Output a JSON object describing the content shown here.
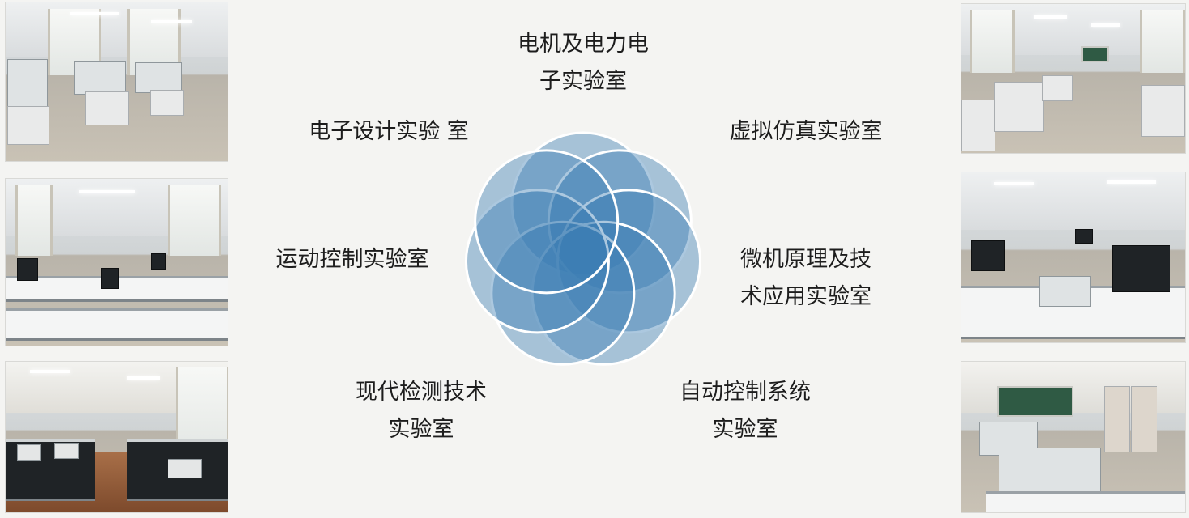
{
  "labels": {
    "motor": [
      "电机及电力电",
      "子实验室"
    ],
    "virtual": [
      "虚拟仿真实验室"
    ],
    "microcomputer": [
      "微机原理及技",
      "术应用实验室"
    ],
    "auto_control": [
      "自动控制系统",
      "实验室"
    ],
    "detection": [
      "现代检测技术",
      "实验室"
    ],
    "motion": [
      "运动控制实验室"
    ],
    "electronic_design": [
      "电子设计实验 室"
    ]
  },
  "colors": {
    "background": "#f4f4f2",
    "petal_fill": "#3a7bb3",
    "petal_stroke": "#ffffff",
    "text": "#1d1d1d"
  }
}
